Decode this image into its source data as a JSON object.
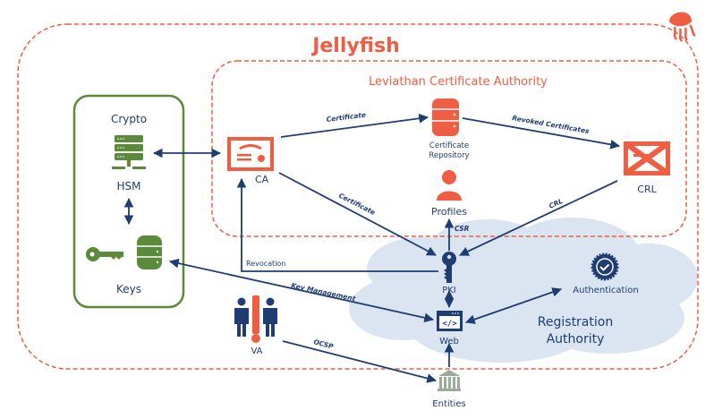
{
  "colors": {
    "orange": "#ef5d42",
    "navy": "#1f3d73",
    "green": "#5a8a3a",
    "cloud": "#dbe4f1",
    "entities_gray": "#9aab9a"
  },
  "titles": {
    "outer": "Jellyfish",
    "inner": "Leviathan Certificate Authority",
    "crypto_group": "Crypto",
    "registration_line1": "Registration",
    "registration_line2": "Authority"
  },
  "nodes": {
    "hsm": {
      "label": "HSM",
      "icon": "server-rack-icon"
    },
    "keys": {
      "label": "Keys",
      "icon": "key-icon"
    },
    "keys_db": {
      "icon": "database-icon"
    },
    "ca": {
      "label": "CA",
      "icon": "certificate-icon"
    },
    "repository": {
      "label_line1": "Certificate",
      "label_line2": "Repository",
      "icon": "database-icon"
    },
    "crl": {
      "label": "CRL",
      "icon": "revoked-certificate-icon"
    },
    "profiles": {
      "label": "Profiles",
      "icon": "user-icon"
    },
    "pki": {
      "label": "PKI",
      "icon": "key-icon"
    },
    "web": {
      "label": "Web",
      "icon": "code-window-icon"
    },
    "authentication": {
      "label": "Authentication",
      "icon": "verified-badge-icon"
    },
    "va": {
      "label": "VA",
      "icon": "people-alert-icon"
    },
    "entities": {
      "label": "Entities",
      "icon": "bank-building-icon"
    },
    "jellyfish_logo": {
      "icon": "jellyfish-icon"
    }
  },
  "edges": {
    "ca_to_repo": "Certificate",
    "repo_to_crl": "Revoked Certificates",
    "ca_to_pki": "Certificate",
    "crl_to_pki": "CRL",
    "pki_to_profiles": "CSR",
    "pki_to_ca": "Revocation",
    "web_to_keys": "Key Management",
    "va_to_entities": "OCSP"
  }
}
